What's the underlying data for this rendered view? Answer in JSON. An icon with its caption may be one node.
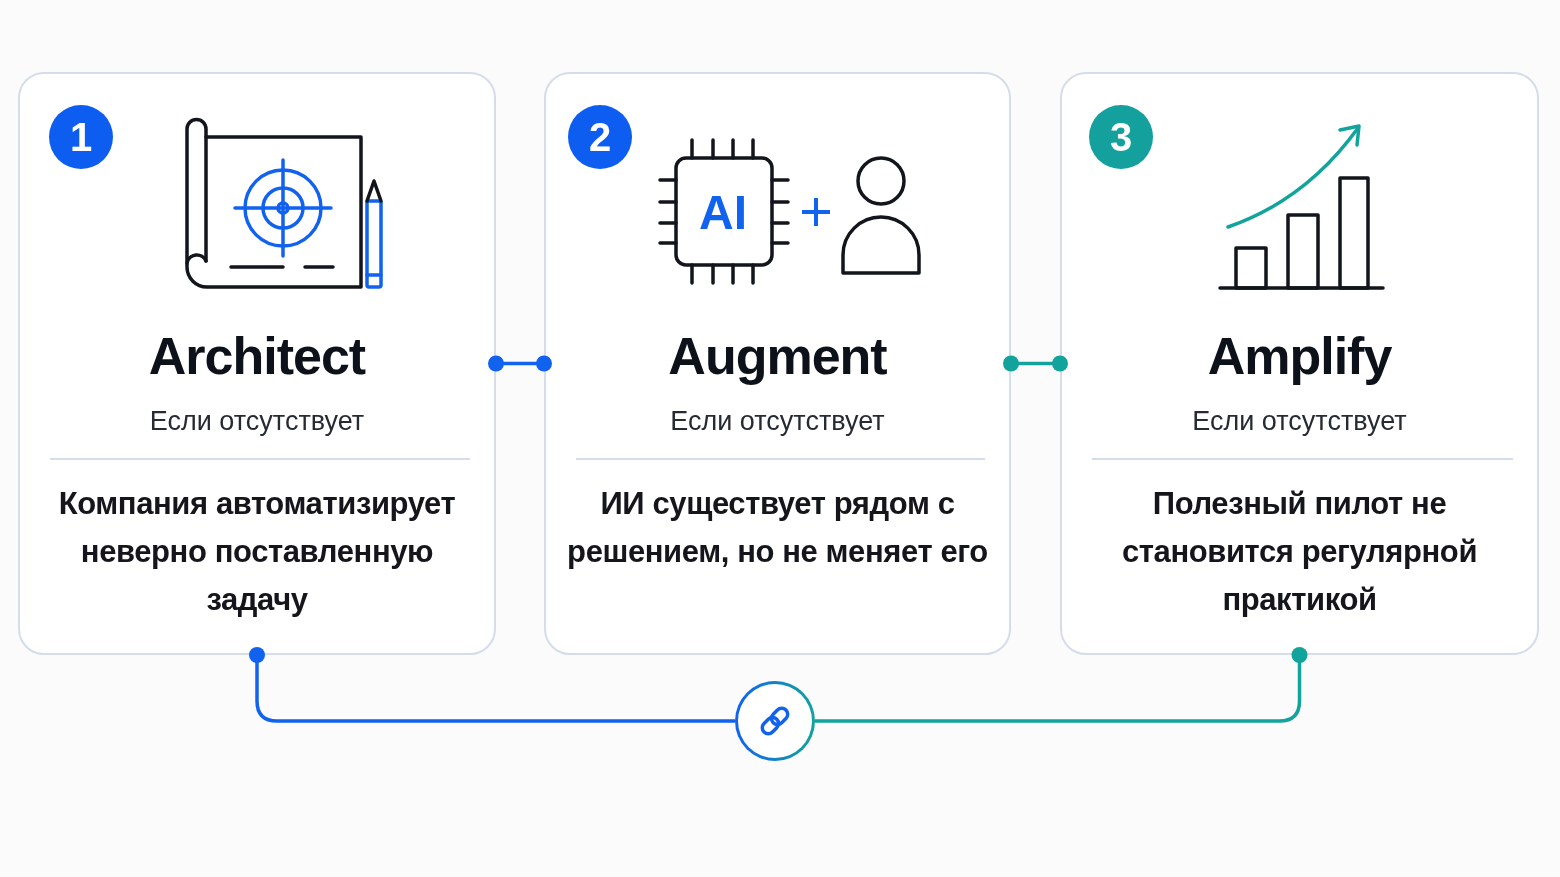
{
  "diagram": {
    "nodes": [
      {
        "text": [
          "Architect",
          "Если отсутствует",
          "Компания автоматизирует неверно поставленную задачу"
        ]
      },
      {
        "text": [
          "1"
        ],
        "in": 0
      },
      {
        "text": [
          "Augment",
          "Если отсутствует",
          "ИИ существует рядом с решением, но не меняет его"
        ]
      },
      {
        "text": [
          "2"
        ],
        "in": 2
      },
      {
        "text": [
          "Amplify",
          "Если отсутствует",
          "Полезный пилот не становится регулярной практикой"
        ]
      },
      {
        "text": [
          "3"
        ],
        "in": 4
      },
      {
        "text": [],
        "shape": "circle"
      }
    ],
    "edges": [
      {
        "from": 0,
        "to": 2,
        "arrow": "other",
        "color": "#1262f0"
      },
      {
        "from": 2,
        "to": 4,
        "arrow": "other",
        "color": "#12a39d"
      },
      {
        "from": 0,
        "to": 6,
        "arrow": "other",
        "color": "#1262f0"
      },
      {
        "from": 4,
        "to": 6,
        "arrow": "other",
        "color": "#12a39d"
      }
    ],
    "labels": [
      "AI"
    ]
  }
}
